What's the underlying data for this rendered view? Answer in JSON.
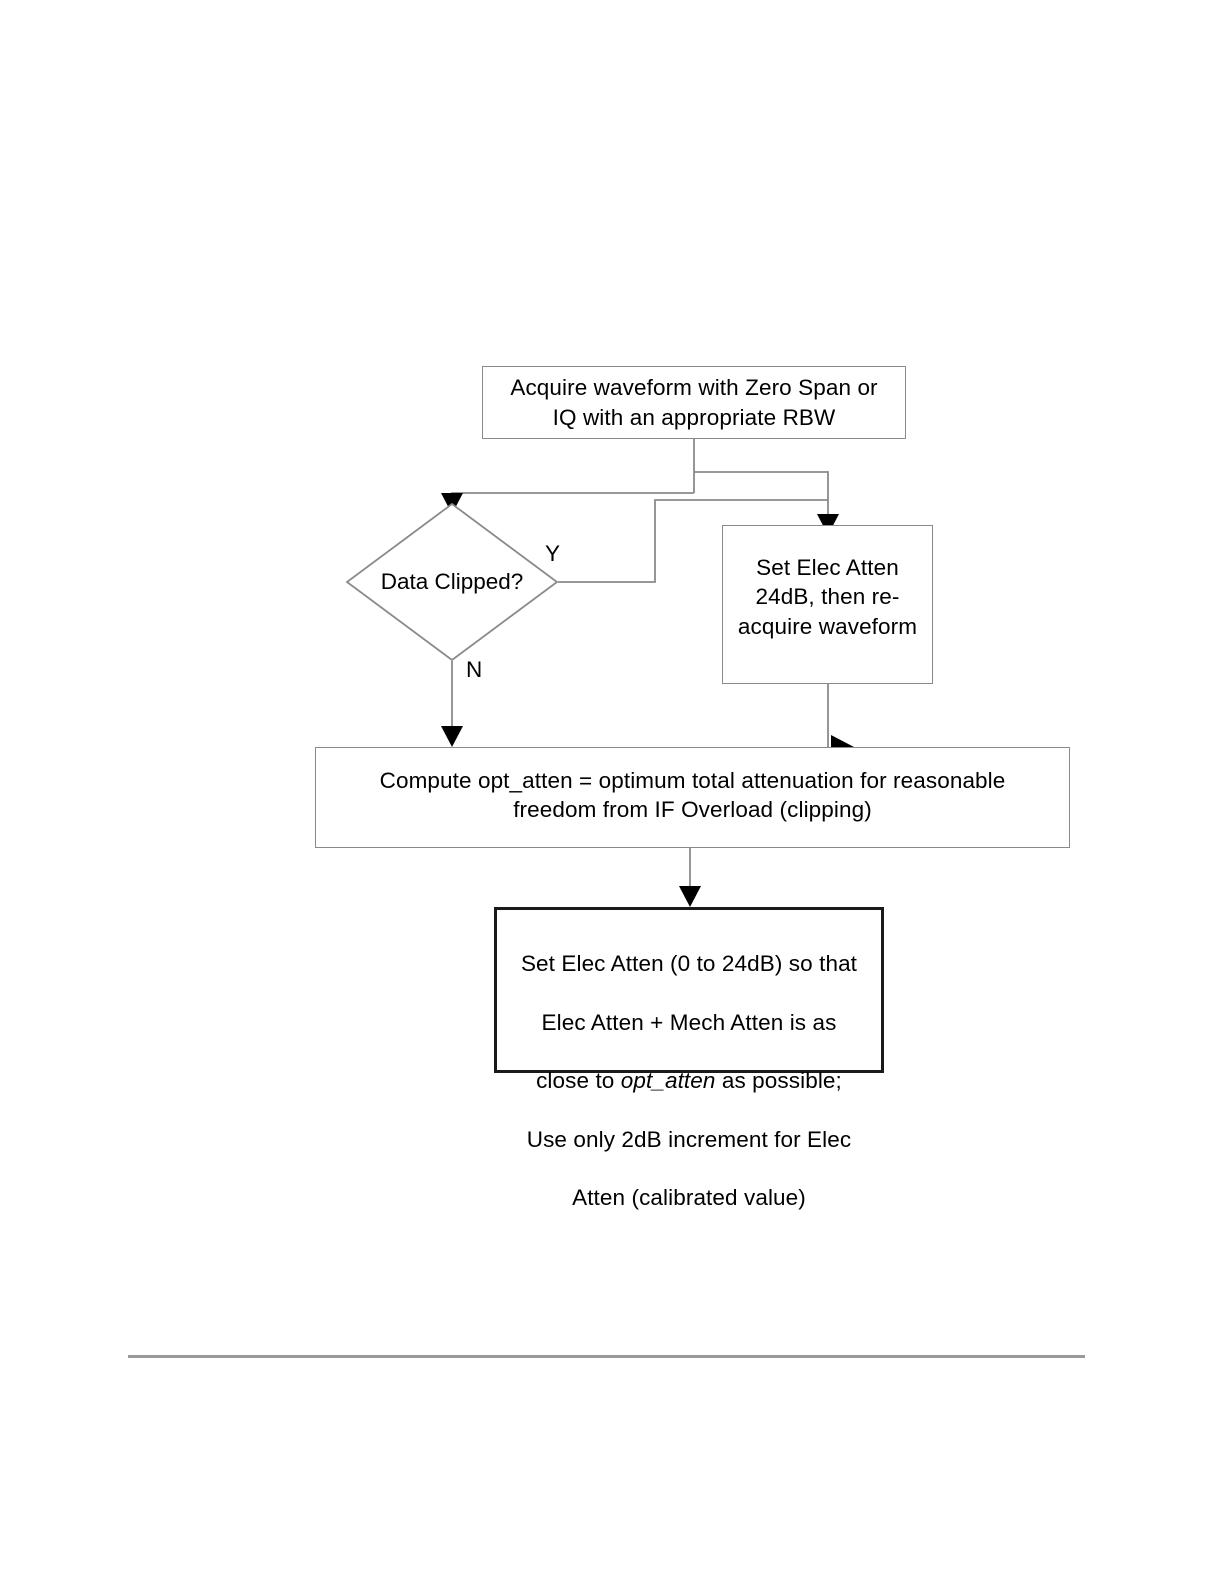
{
  "document": {
    "type": "flowchart",
    "title": "Electronic attenuator auto-ranging flowchart"
  },
  "flowchart": {
    "nodes": [
      {
        "id": "acquire",
        "shape": "process",
        "text": "Acquire waveform with Zero Span or\nIQ with an appropriate RBW",
        "border_color": "#8a8a8a"
      },
      {
        "id": "decision",
        "shape": "decision",
        "text": "Data Clipped?",
        "border_color": "#8a8a8a"
      },
      {
        "id": "set24",
        "shape": "process",
        "text": "Set Elec Atten\n24dB, then re-\nacquire waveform",
        "border_color": "#8a8a8a"
      },
      {
        "id": "compute",
        "shape": "process",
        "text": "Compute opt_atten = optimum total attenuation for reasonable\nfreedom from IF Overload (clipping)",
        "border_color": "#8a8a8a"
      },
      {
        "id": "final",
        "shape": "process",
        "text_line1": "Set Elec Atten (0 to 24dB) so that",
        "text_line2": "Elec Atten + Mech Atten is as",
        "text_line3_pre": "close to ",
        "text_line3_italic": "opt_atten",
        "text_line3_post": " as possible;",
        "text_line4": "Use only 2dB increment for Elec",
        "text_line5": "Atten (calibrated value)",
        "border_color": "#1a1a1a"
      }
    ],
    "edges": [
      {
        "id": "acquire-to-decision",
        "from": "acquire",
        "to": "decision",
        "label": ""
      },
      {
        "id": "acquire-to-set24",
        "from": "acquire",
        "to": "set24",
        "label": ""
      },
      {
        "id": "decision-yes",
        "from": "decision",
        "to": "set24",
        "label": "Y"
      },
      {
        "id": "decision-no",
        "from": "decision",
        "to": "compute",
        "label": "N"
      },
      {
        "id": "set24-to-compute",
        "from": "set24",
        "to": "compute",
        "label": ""
      },
      {
        "id": "compute-to-final",
        "from": "compute",
        "to": "final",
        "label": ""
      }
    ],
    "line_color": "#8a8a8a",
    "arrow_color": "#000000",
    "background": "#ffffff"
  },
  "footer": {
    "rule_color": "#9a9a9a"
  }
}
